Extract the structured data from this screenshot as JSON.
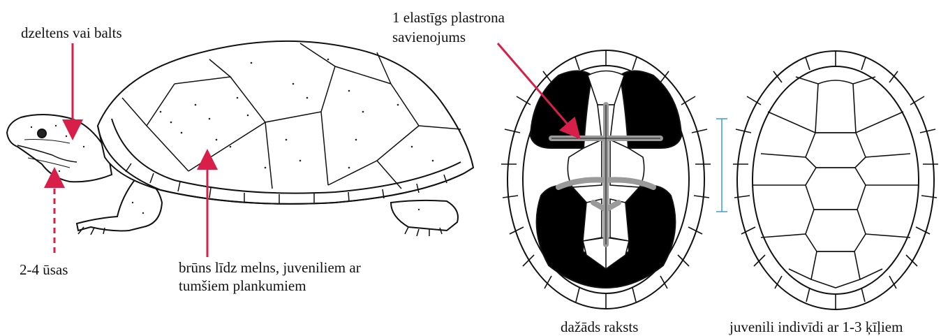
{
  "labels": {
    "head_color": "dzeltens vai balts",
    "barbels": "2-4 ūsas",
    "shell_line1": "brūns līdz melns, juveniliem ar",
    "shell_line2": "tumšiem plankumiem",
    "hinge_line1": "1 elastīgs plastrona",
    "hinge_line2": "savienojums",
    "caption_left": "dažāds raksts",
    "caption_right": "juvenili indivīdi ar 1-3 ķīļiem"
  },
  "colors": {
    "arrow": "#d81f4a",
    "scale_bar": "#3d9ad8",
    "plastron_fill": "#000000",
    "hinge": "#9a9a9a",
    "outline": "#111111"
  },
  "icons": [
    "turtle-side-illustration",
    "plastron-adult",
    "plastron-juvenile",
    "scale-bar"
  ]
}
